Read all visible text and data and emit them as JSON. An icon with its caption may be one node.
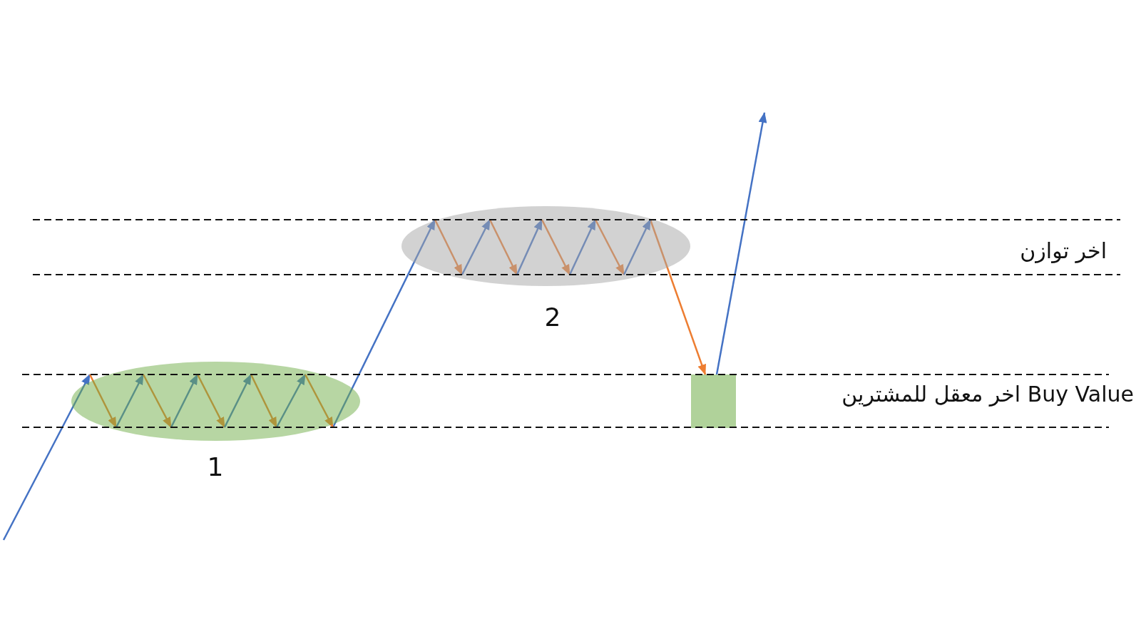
{
  "diagram": {
    "nodes": [
      {
        "text": [],
        "shape": "ellipse",
        "beside": [
          "1"
        ]
      },
      {
        "text": [],
        "shape": "ellipse",
        "beside": [
          "2"
        ]
      },
      {
        "text": [],
        "shape": "box"
      }
    ],
    "edges": [
      {
        "from": null,
        "to": 0,
        "arrow": "to"
      },
      {
        "from": 0,
        "to": 1,
        "arrow": "to"
      },
      {
        "from": 1,
        "to": 2,
        "arrow": "to",
        "color": "#ed7d31"
      },
      {
        "from": 2,
        "to": null,
        "arrow": "to"
      }
    ],
    "labels": [
      "اخر توازن",
      "Buy Value اخر معقل للمشترين"
    ]
  }
}
